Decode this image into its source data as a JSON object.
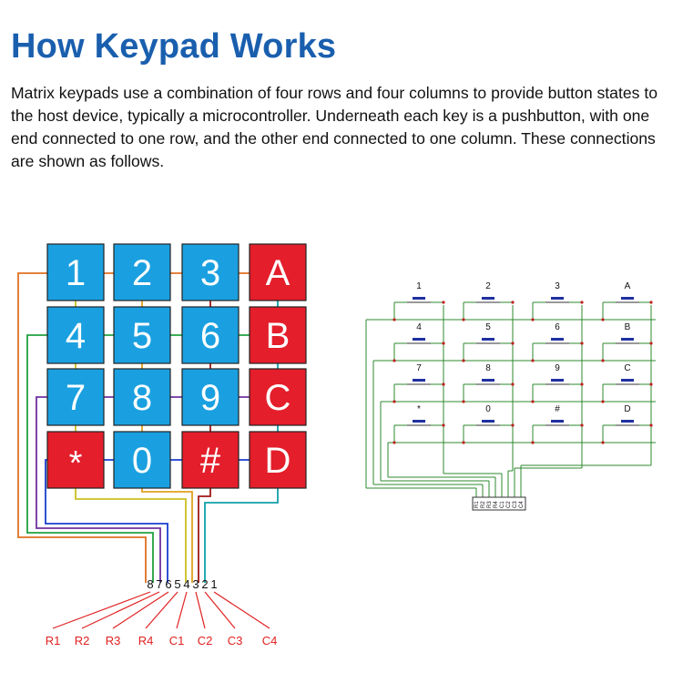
{
  "title": "How Keypad Works",
  "intro": "Matrix keypads use a combination of four rows and four columns to provide button states to the host device, typically a microcontroller. Underneath each key is a pushbutton, with one end connected to one row, and the other end connected to one column. These connections are shown as follows.",
  "keypad": {
    "rows": [
      [
        "1",
        "2",
        "3",
        "A"
      ],
      [
        "4",
        "5",
        "6",
        "B"
      ],
      [
        "7",
        "8",
        "9",
        "C"
      ],
      [
        "*",
        "0",
        "#",
        "D"
      ]
    ],
    "colors": {
      "blue": "#1aa0e0",
      "red": "#e41e2b",
      "key_text": "#ffffff"
    }
  },
  "pins": {
    "numbers": [
      "8",
      "7",
      "6",
      "5",
      "4",
      "3",
      "2",
      "1"
    ],
    "labels": [
      "R1",
      "R2",
      "R3",
      "R4",
      "C1",
      "C2",
      "C3",
      "C4"
    ]
  },
  "wire_colors": {
    "pin8": "#e07020",
    "pin7": "#20a040",
    "pin6": "#7030a0",
    "pin5": "#1a3fd0",
    "pin4": "#c9c020",
    "pin3": "#e0a020",
    "pin2": "#a01818",
    "pin1": "#10a0a8"
  },
  "schematic": {
    "keys": [
      [
        "1",
        "2",
        "3",
        "A"
      ],
      [
        "4",
        "5",
        "6",
        "B"
      ],
      [
        "7",
        "8",
        "9",
        "C"
      ],
      [
        "*",
        "0",
        "#",
        "D"
      ]
    ],
    "connector": [
      "R1",
      "R2",
      "R3",
      "R4",
      "C1",
      "C2",
      "C3",
      "C4"
    ],
    "wire_color": "#2c8a2c"
  },
  "label_color": "#e02020"
}
